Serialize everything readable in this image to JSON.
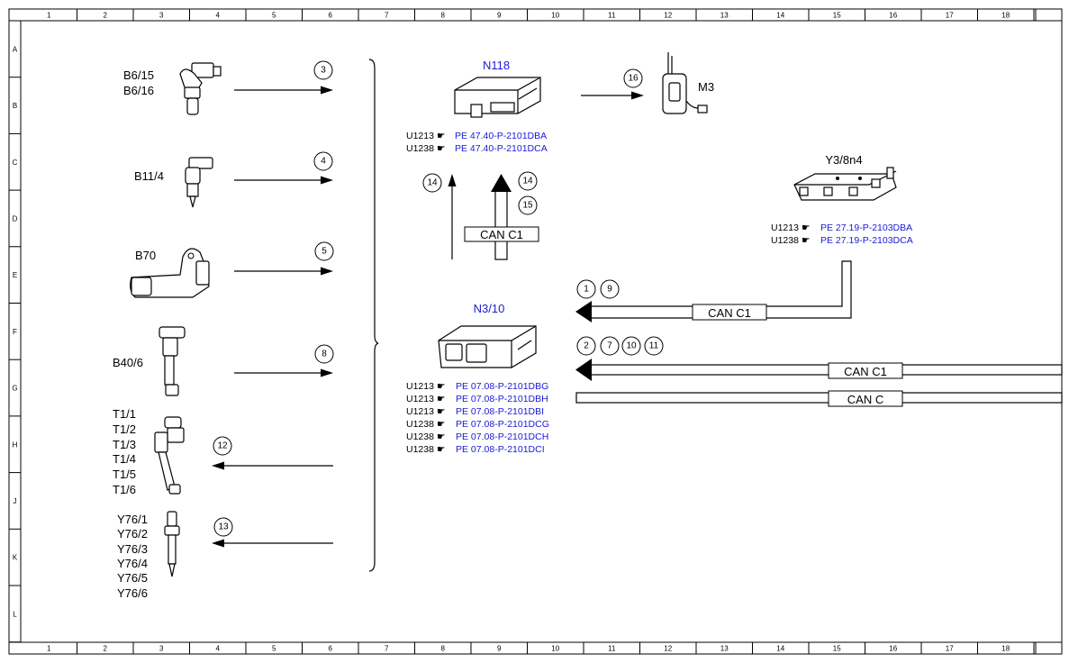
{
  "grid": {
    "columns": [
      "1",
      "2",
      "3",
      "4",
      "5",
      "6",
      "7",
      "8",
      "9",
      "10",
      "11",
      "12",
      "13",
      "14",
      "15",
      "16",
      "17",
      "18"
    ],
    "rows": [
      "A",
      "B",
      "C",
      "D",
      "E",
      "F",
      "G",
      "H",
      "J",
      "K",
      "L"
    ]
  },
  "sensors": {
    "b6": [
      "B6/15",
      "B6/16"
    ],
    "b11": "B11/4",
    "b70": "B70",
    "b40": "B40/6",
    "t1": [
      "T1/1",
      "T1/2",
      "T1/3",
      "T1/4",
      "T1/5",
      "T1/6"
    ],
    "y76": [
      "Y76/1",
      "Y76/2",
      "Y76/3",
      "Y76/4",
      "Y76/5",
      "Y76/6"
    ]
  },
  "signals": {
    "s3": "3",
    "s4": "4",
    "s5": "5",
    "s8": "8",
    "s12": "12",
    "s13": "13",
    "s14a": "14",
    "s14b": "14",
    "s15": "15",
    "s16": "16",
    "s1": "1",
    "s9": "9",
    "s2": "2",
    "s7": "7",
    "s10": "10",
    "s11": "11"
  },
  "n118": {
    "title": "N118",
    "refs": [
      {
        "code": "U1213",
        "pe": "PE 47.40-P-2101DBA"
      },
      {
        "code": "U1238",
        "pe": "PE 47.40-P-2101DCA"
      }
    ]
  },
  "m3": "M3",
  "y3": {
    "title": "Y3/8n4",
    "refs": [
      {
        "code": "U1213",
        "pe": "PE 27.19-P-2103DBA"
      },
      {
        "code": "U1238",
        "pe": "PE 27.19-P-2103DCA"
      }
    ]
  },
  "n3": {
    "title": "N3/10",
    "refs": [
      {
        "code": "U1213",
        "pe": "PE 07.08-P-2101DBG"
      },
      {
        "code": "U1213",
        "pe": "PE 07.08-P-2101DBH"
      },
      {
        "code": "U1213",
        "pe": "PE 07.08-P-2101DBI"
      },
      {
        "code": "U1238",
        "pe": "PE 07.08-P-2101DCG"
      },
      {
        "code": "U1238",
        "pe": "PE 07.08-P-2101DCH"
      },
      {
        "code": "U1238",
        "pe": "PE 07.08-P-2101DCI"
      }
    ]
  },
  "buses": {
    "vertical": "CAN C1",
    "y3_line": "CAN C1",
    "upper": "CAN C1",
    "lower": "CAN C"
  },
  "colors": {
    "pe_link": "#1a1ad6",
    "line": "#000000"
  }
}
